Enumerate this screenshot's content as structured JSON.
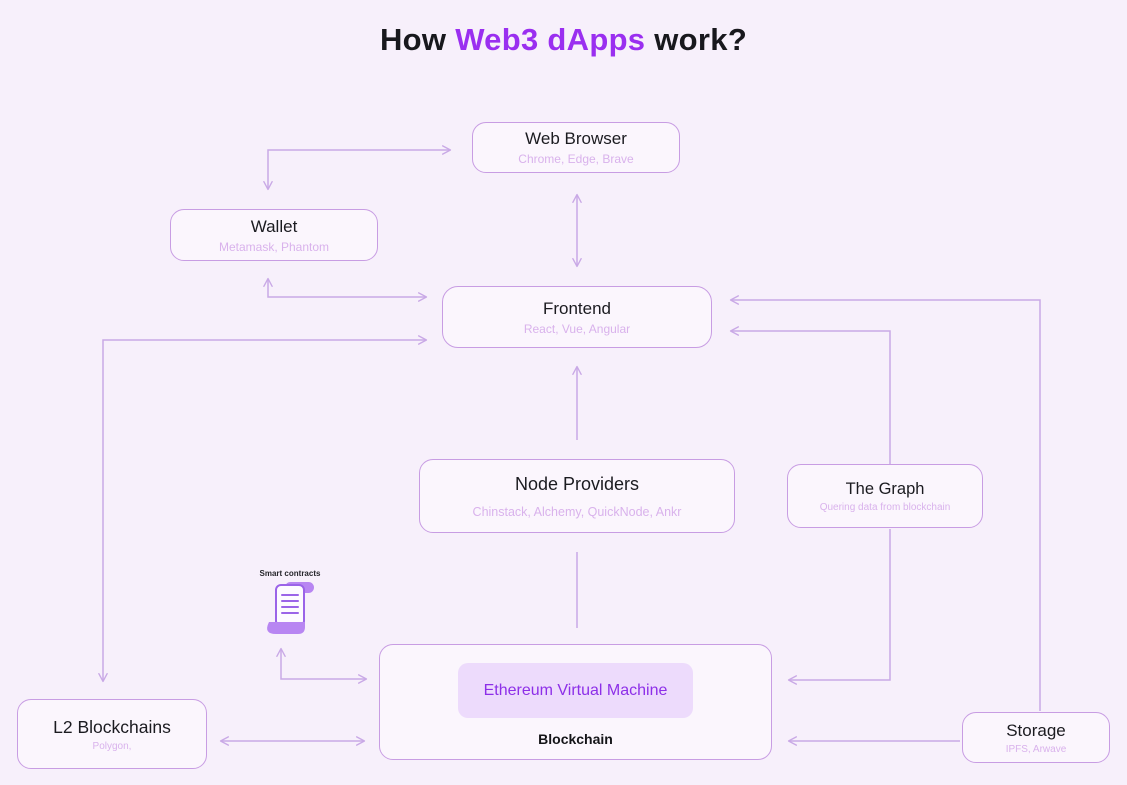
{
  "page": {
    "title_prefix": "How ",
    "title_highlight": "Web3 dApps",
    "title_suffix": " work?"
  },
  "nodes": {
    "web_browser": {
      "title": "Web Browser",
      "subtitle": "Chrome, Edge, Brave"
    },
    "wallet": {
      "title": "Wallet",
      "subtitle": "Metamask, Phantom"
    },
    "frontend": {
      "title": "Frontend",
      "subtitle": "React, Vue, Angular"
    },
    "node_providers": {
      "title": "Node Providers",
      "subtitle": "Chinstack, Alchemy, QuickNode, Ankr"
    },
    "the_graph": {
      "title": "The Graph",
      "subtitle": "Quering data from blockchain"
    },
    "l2_blockchains": {
      "title": "L2 Blockchains",
      "subtitle": "Polygon,"
    },
    "blockchain": {
      "title": "Blockchain",
      "evm_label": "Ethereum Virtual Machine"
    },
    "storage": {
      "title": "Storage",
      "subtitle": "IPFS, Arwave"
    },
    "smart_contracts": {
      "label": "Smart contracts",
      "icon": "scroll-icon"
    }
  },
  "colors": {
    "background": "#f7f0fb",
    "accent": "#9a2ff0",
    "box_border": "#c89de3",
    "arrow": "#c9a9e6",
    "subtitle_text": "#d9b2ec",
    "evm_fill": "#eddbfc",
    "evm_text": "#8d2fe8",
    "scroll_purple": "#b886f2"
  },
  "edges": [
    {
      "from": "wallet",
      "to": "web_browser",
      "arrows": "both"
    },
    {
      "from": "web_browser",
      "to": "frontend",
      "arrows": "both"
    },
    {
      "from": "wallet",
      "to": "frontend",
      "arrows": "both"
    },
    {
      "from": "l2_blockchains",
      "to": "frontend",
      "arrows": "both"
    },
    {
      "from": "node_providers",
      "to": "frontend",
      "arrows": "end"
    },
    {
      "from": "the_graph",
      "to": "frontend",
      "arrows": "end"
    },
    {
      "from": "storage",
      "to": "frontend",
      "arrows": "end"
    },
    {
      "from": "the_graph",
      "to": "blockchain",
      "arrows": "end"
    },
    {
      "from": "node_providers",
      "to": "blockchain",
      "arrows": "none"
    },
    {
      "from": "smart_contracts",
      "to": "blockchain",
      "arrows": "both"
    },
    {
      "from": "l2_blockchains",
      "to": "blockchain",
      "arrows": "both"
    },
    {
      "from": "storage",
      "to": "blockchain",
      "arrows": "end"
    }
  ]
}
